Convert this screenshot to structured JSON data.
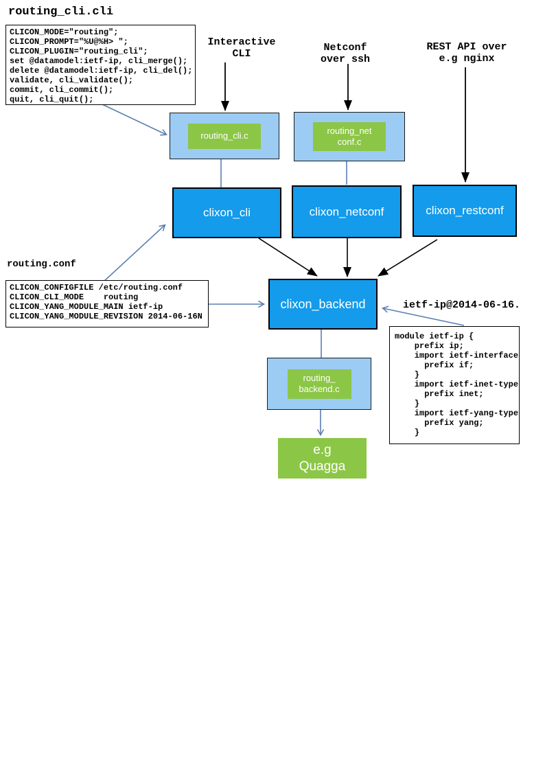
{
  "files": {
    "cli_file": {
      "title": "routing_cli.cli",
      "code": "CLICON_MODE=\"routing\";\nCLICON_PROMPT=\"%U@%H> \";\nCLICON_PLUGIN=\"routing_cli\";\nset @datamodel:ietf-ip, cli_merge();\ndelete @datamodel:ietf-ip, cli_del();\nvalidate, cli_validate();\ncommit, cli_commit();\nquit, cli_quit();"
    },
    "conf_file": {
      "title": "routing.conf",
      "code": "CLICON_CONFIGFILE /etc/routing.conf\nCLICON_CLI_MODE    routing\nCLICON_YANG_MODULE_MAIN ietf-ip\nCLICON_YANG_MODULE_REVISION 2014-06-16N"
    },
    "yang_file": {
      "label": "ietf-ip@2014-06-16.",
      "code": "module ietf-ip {\n    prefix ip;\n    import ietf-interface\n      prefix if;\n    }\n    import ietf-inet-type\n      prefix inet;\n    }\n    import ietf-yang-type\n      prefix yang;\n    }"
    }
  },
  "annotations": {
    "interactive_cli": "Interactive\nCLI",
    "netconf_ssh": "Netconf\nover ssh",
    "rest_api": "REST API over\ne.g nginx"
  },
  "nodes": {
    "plugin_cli": "routing_cli.c",
    "plugin_netconf": "routing_net\nconf.c",
    "plugin_backend": "routing_\nbackend.c",
    "proc_cli": "clixon_cli",
    "proc_netconf": "clixon_netconf",
    "proc_restconf": "clixon_restconf",
    "proc_backend": "clixon_backend",
    "external_quagga": "e.g\nQuagga"
  },
  "colors": {
    "process_blue": "#149BEB",
    "plugin_container_blue": "#9CCBF3",
    "plugin_green": "#8CC646",
    "arrow_blue": "#5B7FB3",
    "arrow_black": "#000000",
    "text_white": "#FFFFFF"
  }
}
